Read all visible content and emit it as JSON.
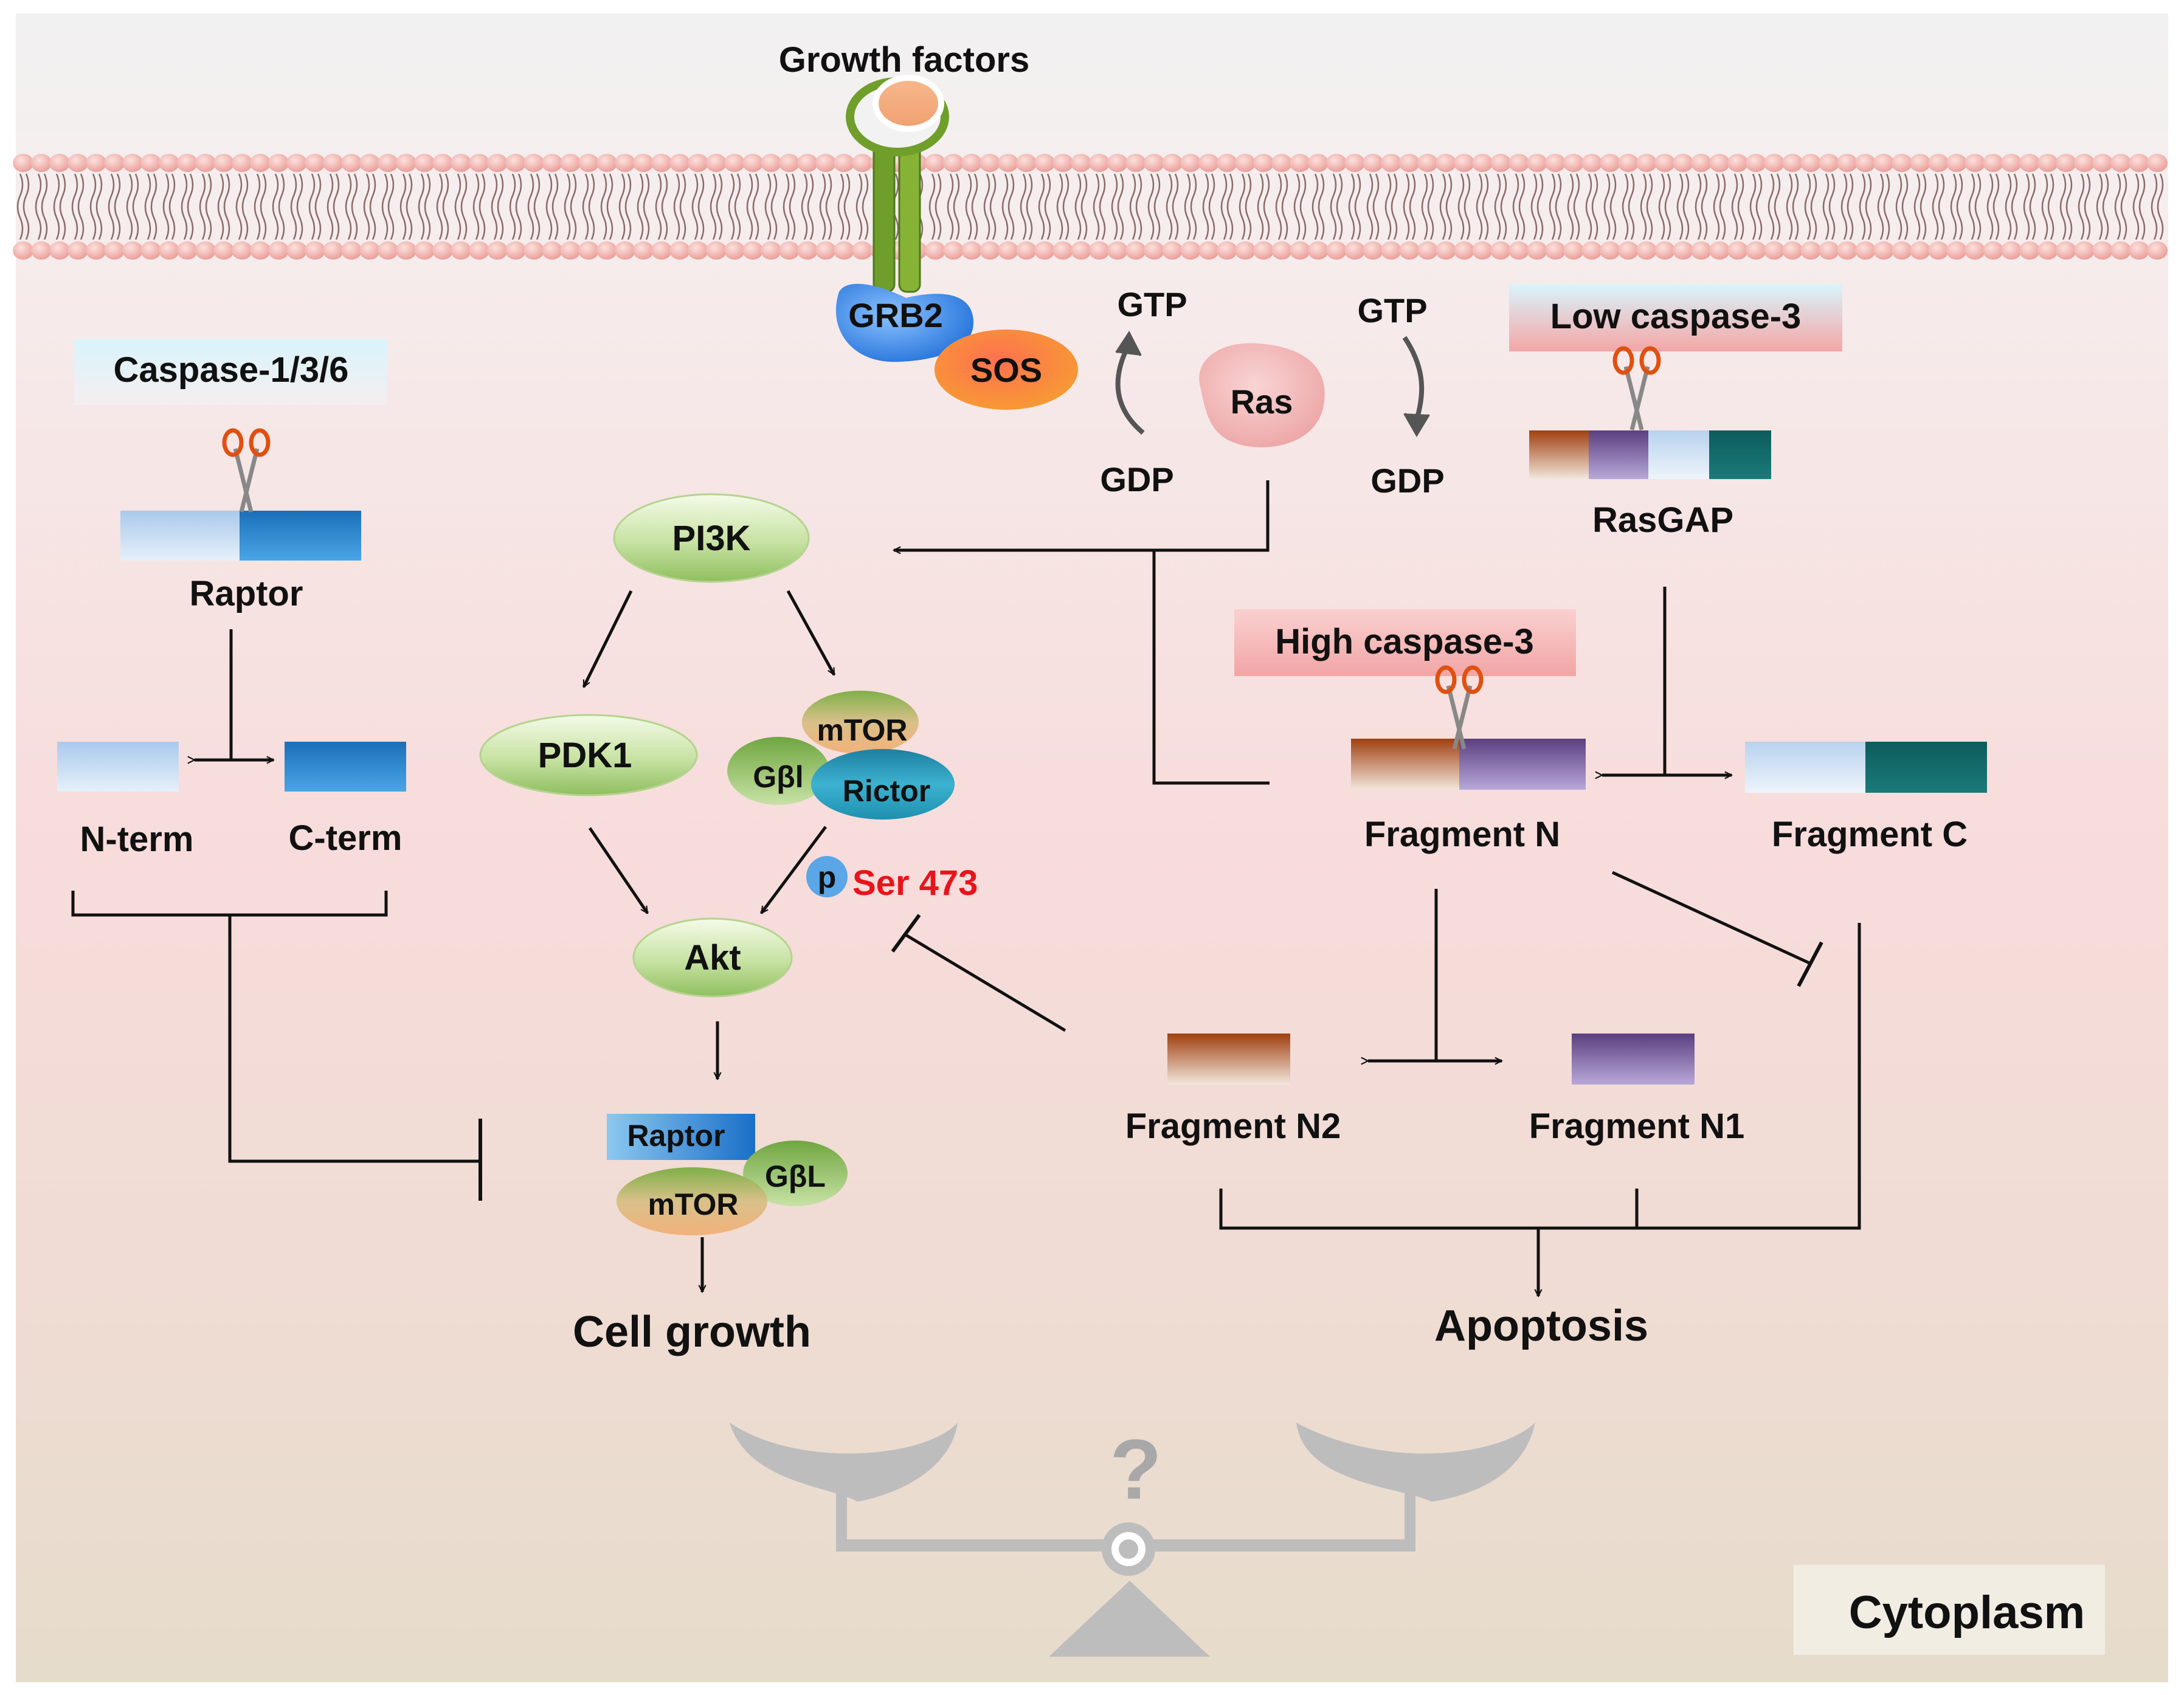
{
  "membrane": {
    "receptor_label": "Growth factors"
  },
  "adaptors": {
    "grb2": "GRB2",
    "sos": "SOS"
  },
  "ras_cycle": {
    "ras": "Ras",
    "gtp_left": "GTP",
    "gdp_left": "GDP",
    "gtp_right": "GTP",
    "gdp_right": "GDP"
  },
  "raptor_panel": {
    "caspase_label": "Caspase-1/3/6",
    "protein": "Raptor",
    "n_term": "N-term",
    "c_term": "C-term"
  },
  "akt_pathway": {
    "pi3k": "PI3K",
    "pdk1": "PDK1",
    "mtorc2": {
      "mtor": "mTOR",
      "gbl": "Gβl",
      "rictor": "Rictor"
    },
    "phospho": "p",
    "site": "Ser 473",
    "akt": "Akt",
    "mtorc1": {
      "raptor": "Raptor",
      "gbl": "GβL",
      "mtor": "mTOR"
    },
    "outcome": "Cell growth"
  },
  "rasgap_panel": {
    "low_caspase": "Low caspase-3",
    "protein": "RasGAP",
    "high_caspase": "High caspase-3",
    "fragment_n": "Fragment  N",
    "fragment_c": "Fragment  C",
    "fragment_n2": "Fragment  N2",
    "fragment_n1": "Fragment  N1",
    "outcome": "Apoptosis"
  },
  "balance": {
    "question": "?"
  },
  "compartment": "Cytoplasm",
  "colors": {
    "membrane_head": "#f2b3ae",
    "receptor": "#6f9e2a",
    "grb2": "#3d8fe0",
    "sos": "#f07a20",
    "ras": "#f2b5b5",
    "ellipse_green": "#c5e0a0",
    "rictor": "#2aa0c0",
    "ser473": "#e8141b",
    "scale": "#bdbdbd"
  }
}
